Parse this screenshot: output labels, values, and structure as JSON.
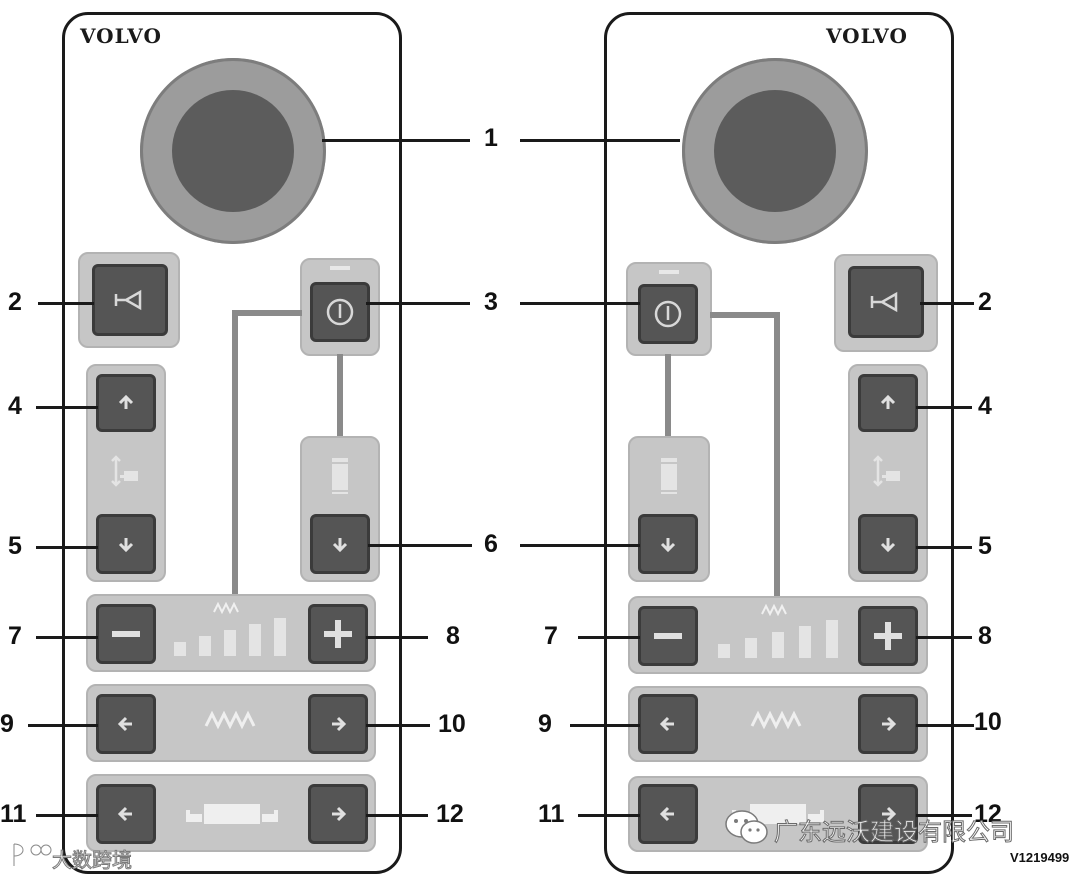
{
  "brand": "VOLVO",
  "callouts": {
    "n1": "1",
    "n2": "2",
    "n3": "3",
    "n4": "4",
    "n5": "5",
    "n6": "6",
    "n7": "7",
    "n8": "8",
    "n9": "9",
    "n10": "10",
    "n11": "11",
    "n12": "12"
  },
  "figure_id": "V1219499",
  "watermarks": {
    "left": "大数跨境",
    "right": "广东远沃建设有限公司"
  },
  "colors": {
    "outline": "#1a1a1a",
    "button": "#555555",
    "group": "#c6c6c6",
    "knob_outer": "#9c9c9c",
    "knob_inner": "#5c5c5c"
  }
}
